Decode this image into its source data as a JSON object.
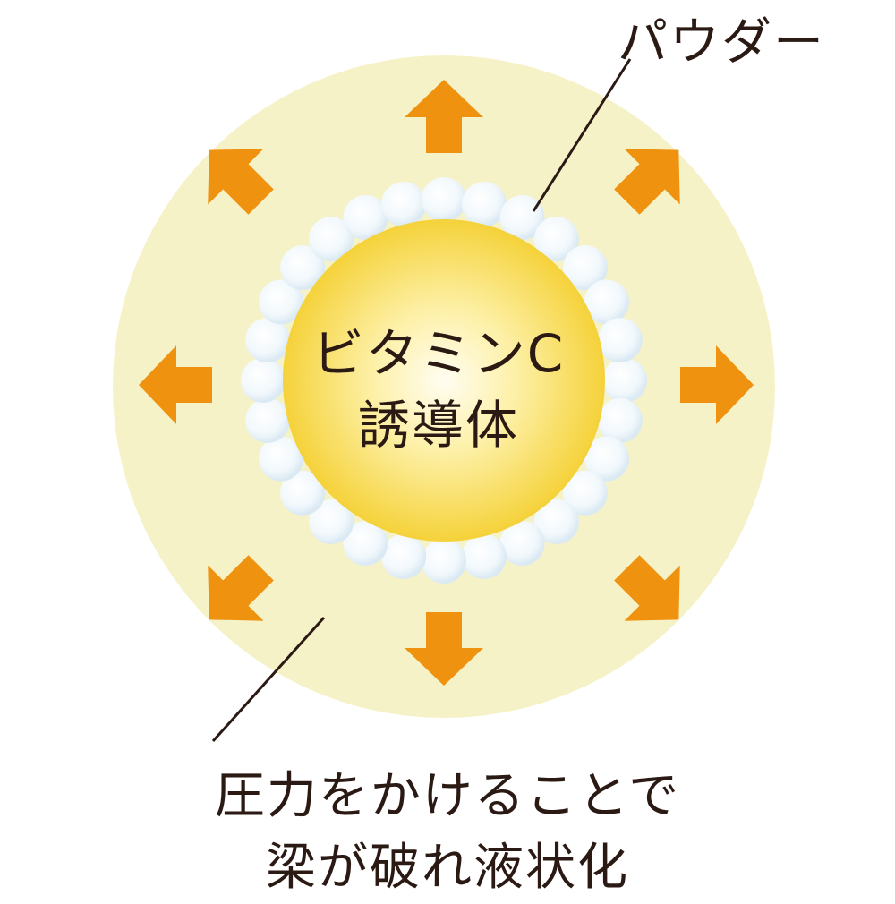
{
  "labels": {
    "powder": "パウダー",
    "core_line1": "ビタミンC",
    "core_line2": "誘導体",
    "caption_line1": "圧力をかけることで",
    "caption_line2": "梁が破れ液状化"
  },
  "colors": {
    "outer_disc": "#f6f2c8",
    "core_outer": "#f5d23a",
    "core_inner": "#fffdf2",
    "powder_bead": "#eef6fb",
    "arrow": "#ef920f",
    "text": "#2b1a14",
    "leader_line": "#2b1a14"
  },
  "icons": {
    "arrows": [
      "arrow-up-icon",
      "arrow-up-right-icon",
      "arrow-right-icon",
      "arrow-down-right-icon",
      "arrow-down-icon",
      "arrow-down-left-icon",
      "arrow-left-icon",
      "arrow-up-left-icon"
    ],
    "powder_bead": "powder-bead-icon"
  }
}
